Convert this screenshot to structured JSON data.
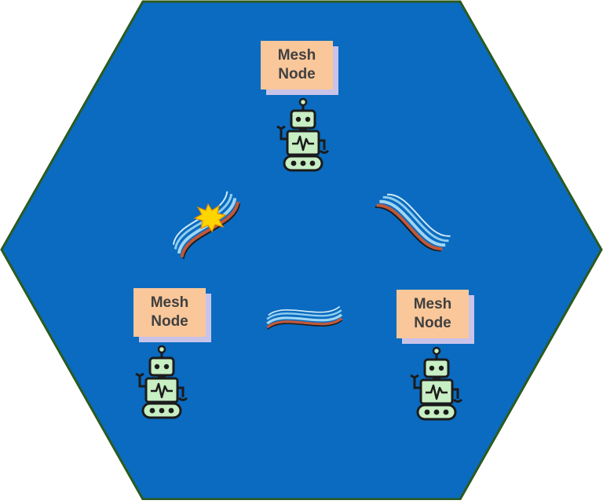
{
  "diagram": {
    "background_color": "#0a6bc0",
    "border_color": "#2c5a1e",
    "nodes": [
      {
        "id": "top",
        "line1": "Mesh",
        "line2": "Node"
      },
      {
        "id": "left",
        "line1": "Mesh",
        "line2": "Node"
      },
      {
        "id": "right",
        "line1": "Mesh",
        "line2": "Node"
      }
    ],
    "links": [
      {
        "between": [
          "top",
          "left"
        ],
        "icon": "wireless-wave-icon",
        "interference": true
      },
      {
        "between": [
          "top",
          "right"
        ],
        "icon": "wireless-wave-icon",
        "interference": false
      },
      {
        "between": [
          "left",
          "right"
        ],
        "icon": "wireless-wave-icon",
        "interference": false
      }
    ],
    "colors": {
      "label_fill": "#f9c79a",
      "label_shadow": "#c9c3ea",
      "robot_fill": "#c8eec4",
      "wave_light": "#9fd6f3",
      "wave_orange": "#c0583a",
      "burst": "#ffd500"
    }
  }
}
